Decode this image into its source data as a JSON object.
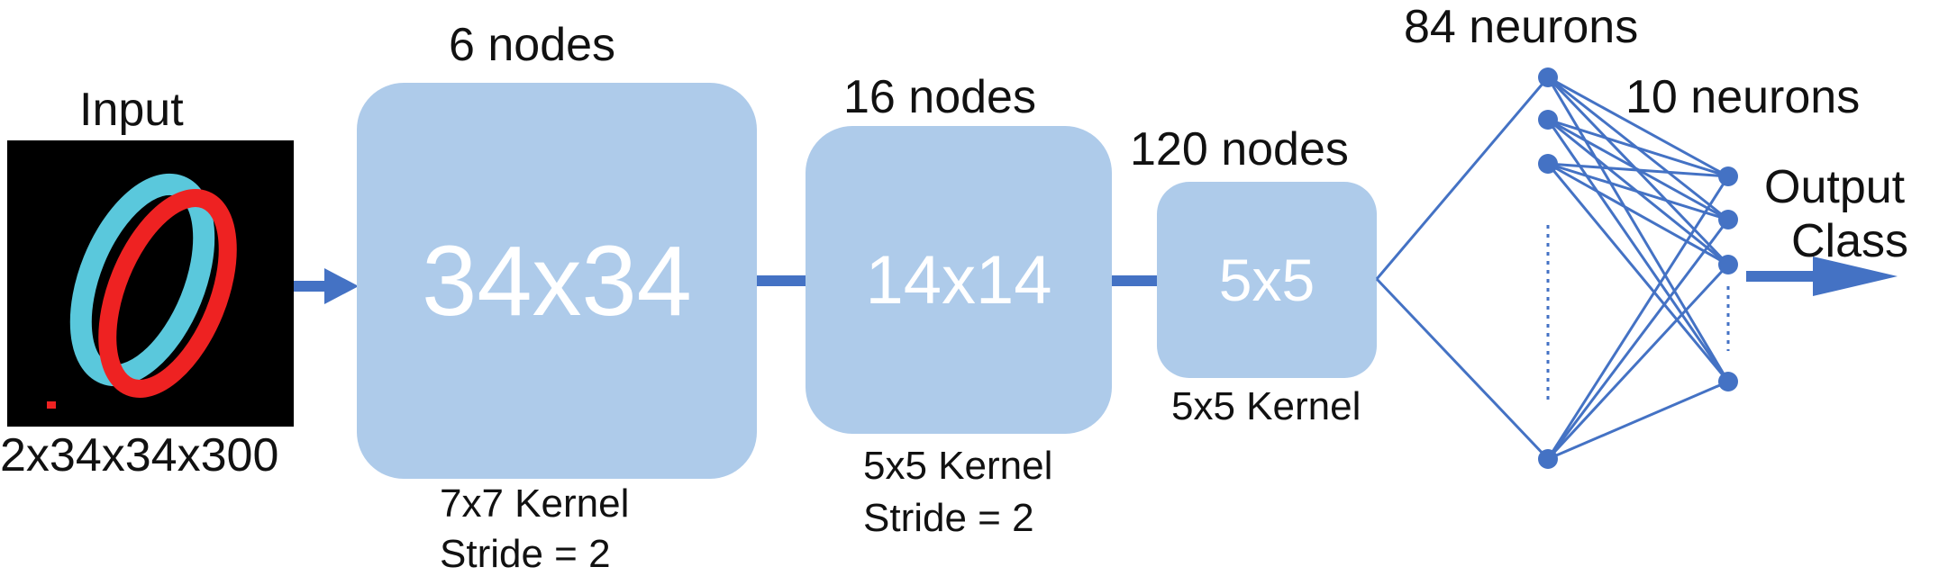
{
  "input": {
    "title": "Input",
    "dims": "2x34x34x300",
    "colors": {
      "background": "#000000",
      "channel_a": "#5ac8dc",
      "channel_b": "#ee2222"
    }
  },
  "conv1": {
    "nodes": "6 nodes",
    "size": "34x34",
    "kernel": "7x7 Kernel",
    "stride": "Stride = 2"
  },
  "conv2": {
    "nodes": "16 nodes",
    "size": "14x14",
    "kernel": "5x5 Kernel",
    "stride": "Stride = 2"
  },
  "conv3": {
    "nodes": "120 nodes",
    "size": "5x5",
    "kernel": "5x5 Kernel"
  },
  "fc1": {
    "label": "84 neurons"
  },
  "fc2": {
    "label": "10 neurons"
  },
  "output": {
    "line1": "Output",
    "line2": "Class"
  },
  "colors": {
    "box": "#aecbea",
    "accent": "#4472c4",
    "text": "#111111"
  }
}
